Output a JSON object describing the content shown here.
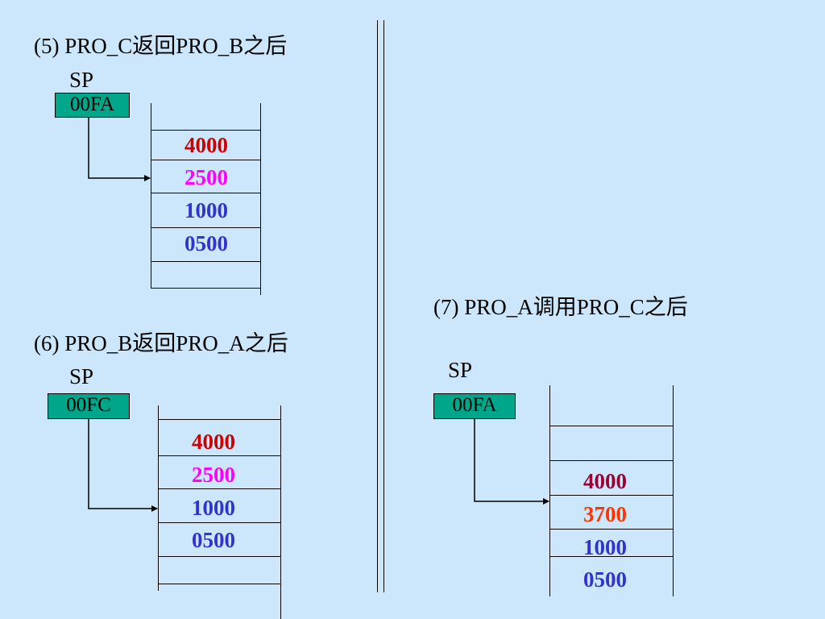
{
  "divider": "double-vertical-line",
  "panels": [
    {
      "id": "p5",
      "title": "(5) PRO_C返回PRO_B之后",
      "sp_label": "SP",
      "sp_value": "00FA",
      "cells": [
        {
          "value": "",
          "color": ""
        },
        {
          "value": "4000",
          "color": "#cc0000"
        },
        {
          "value": "2500",
          "color": "#ff00ff"
        },
        {
          "value": "1000",
          "color": "#3333cc"
        },
        {
          "value": "0500",
          "color": "#3333cc"
        },
        {
          "value": "",
          "color": ""
        }
      ],
      "sp_points_to": "2500"
    },
    {
      "id": "p6",
      "title": "(6) PRO_B返回PRO_A之后",
      "sp_label": "SP",
      "sp_value": "00FC",
      "cells": [
        {
          "value": "4000",
          "color": "#cc0000"
        },
        {
          "value": "2500",
          "color": "#ff00ff"
        },
        {
          "value": "1000",
          "color": "#3333cc"
        },
        {
          "value": "0500",
          "color": "#3333cc"
        },
        {
          "value": "",
          "color": ""
        }
      ],
      "sp_points_to": "1000"
    },
    {
      "id": "p7",
      "title": "(7) PRO_A调用PRO_C之后",
      "sp_label": "SP",
      "sp_value": "00FA",
      "cells": [
        {
          "value": "",
          "color": ""
        },
        {
          "value": "4000",
          "color": "#990033"
        },
        {
          "value": "3700",
          "color": "#ff3300"
        },
        {
          "value": "1000",
          "color": "#3333cc"
        },
        {
          "value": "0500",
          "color": "#3333cc"
        }
      ],
      "sp_points_to": "3700"
    }
  ]
}
